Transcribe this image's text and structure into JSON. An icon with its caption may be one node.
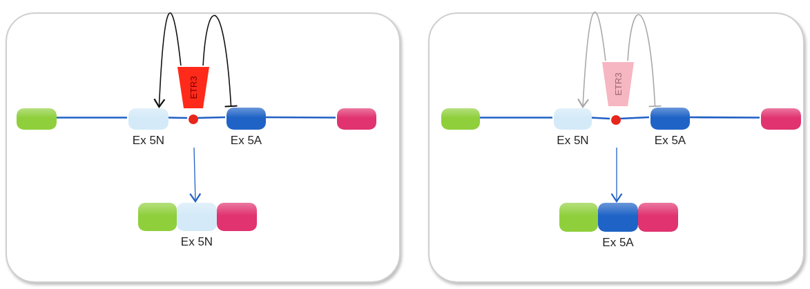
{
  "diagram": {
    "nodes": [
      {
        "text": [],
        "shape": "box"
      },
      {
        "text": [
          "ETR3"
        ],
        "in": 0
      },
      {
        "text": [],
        "shape": "box",
        "in": 0
      },
      {
        "text": [
          "Ex 5N"
        ],
        "in": 0
      },
      {
        "text": [],
        "shape": "circle",
        "in": 0
      },
      {
        "text": [
          "Ex 5A"
        ],
        "in": 0
      },
      {
        "text": [],
        "shape": "box",
        "in": 0
      },
      {
        "text": [],
        "shape": "box",
        "in": 0
      },
      {
        "text": [
          "Ex 5N"
        ],
        "in": 0
      },
      {
        "text": [],
        "shape": "box",
        "in": 0
      },
      {
        "text": [],
        "shape": "box"
      },
      {
        "text": [
          "ETR3"
        ],
        "in": 10
      },
      {
        "text": [],
        "shape": "box",
        "in": 10
      },
      {
        "text": [
          "Ex 5N"
        ],
        "in": 10
      },
      {
        "text": [],
        "shape": "circle",
        "in": 10
      },
      {
        "text": [
          "Ex 5A"
        ],
        "in": 10
      },
      {
        "text": [],
        "shape": "box",
        "in": 10
      },
      {
        "text": [],
        "shape": "box",
        "in": 10
      },
      {
        "text": [
          "Ex 5A"
        ],
        "in": 10
      },
      {
        "text": [],
        "shape": "box",
        "in": 10
      }
    ],
    "edges": [
      {
        "from": 1,
        "to": 3,
        "arrow": "to",
        "color": "#111111"
      },
      {
        "from": 1,
        "to": 5,
        "arrow": "other",
        "color": "#111111"
      },
      {
        "from": 2,
        "to": 3,
        "arrow": "none"
      },
      {
        "from": 3,
        "to": 4,
        "arrow": "none"
      },
      {
        "from": 4,
        "to": 5,
        "arrow": "none"
      },
      {
        "from": 5,
        "to": 6,
        "arrow": "none"
      },
      {
        "from": null,
        "to": 8,
        "arrow": "to"
      },
      {
        "from": 11,
        "to": 13,
        "arrow": "to",
        "color": "#a8a8a8"
      },
      {
        "from": 11,
        "to": 15,
        "arrow": "other",
        "color": "#a8a8a8"
      },
      {
        "from": 12,
        "to": 13,
        "arrow": "none"
      },
      {
        "from": 13,
        "to": 14,
        "arrow": "none"
      },
      {
        "from": 14,
        "to": 15,
        "arrow": "none"
      },
      {
        "from": 15,
        "to": 16,
        "arrow": "none"
      },
      {
        "from": null,
        "to": 18,
        "arrow": "to"
      }
    ]
  }
}
